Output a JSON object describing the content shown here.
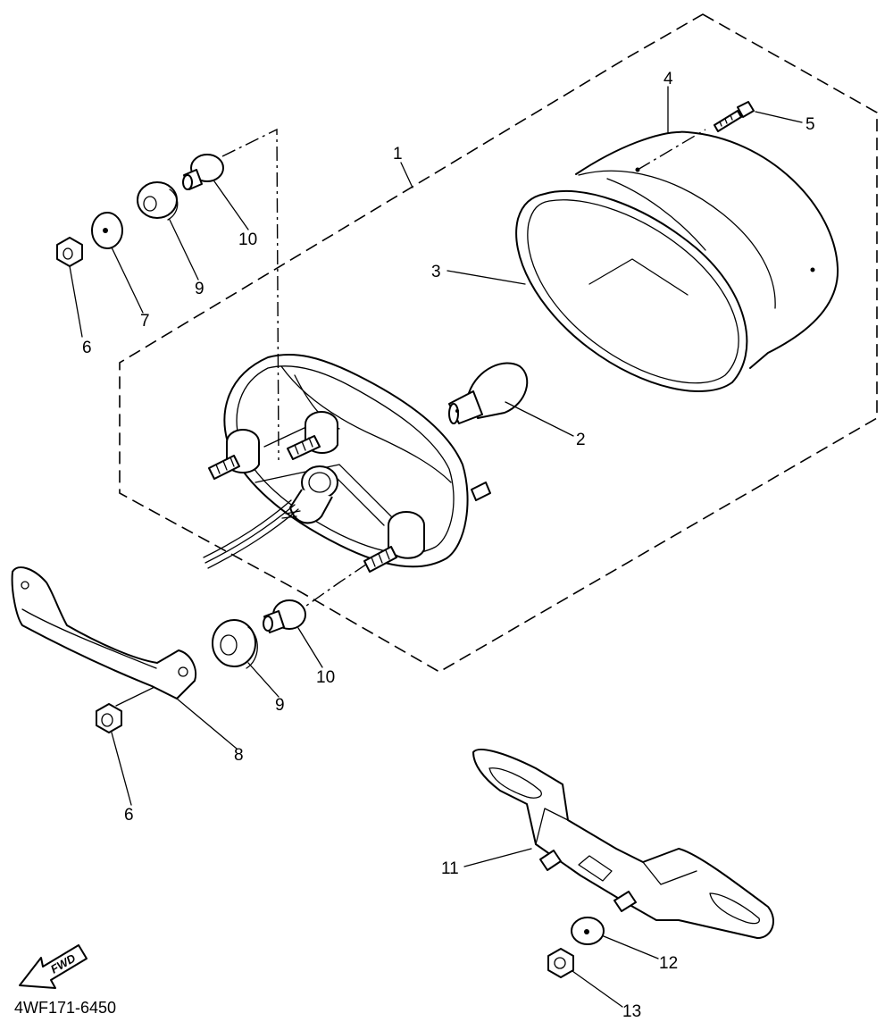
{
  "callouts": {
    "c1": "1",
    "c2": "2",
    "c3": "3",
    "c4": "4",
    "c5": "5",
    "c6a": "6",
    "c6b": "6",
    "c7": "7",
    "c8": "8",
    "c9a": "9",
    "c9b": "9",
    "c10a": "10",
    "c10b": "10",
    "c11": "11",
    "c12": "12",
    "c13": "13"
  },
  "diagram_code": "4WF171-6450",
  "direction_arrow": {
    "label": "FWD",
    "icon": "fwd-arrow-icon"
  }
}
